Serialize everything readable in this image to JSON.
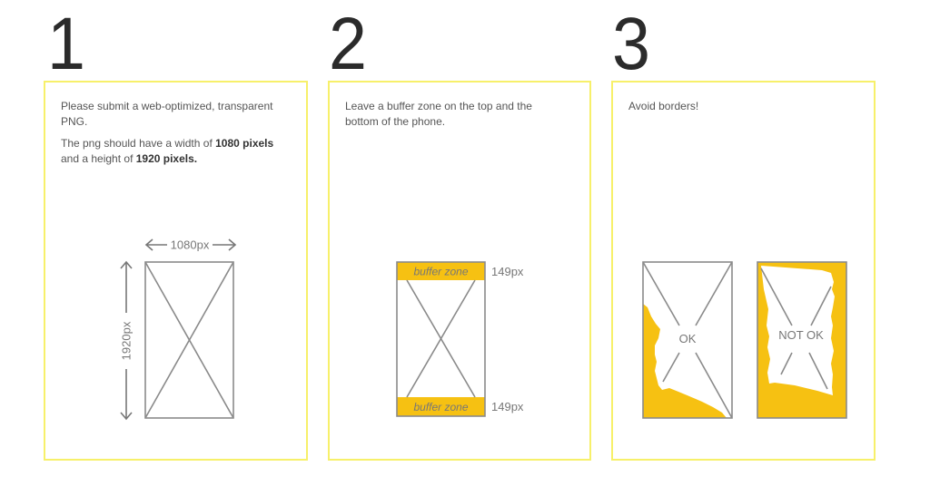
{
  "steps": [
    {
      "number": "1",
      "text_1": "Please submit a web-optimized, transparent PNG.",
      "text_2_prefix": "The png should have a width of ",
      "text_2_bold_1": "1080 pixels",
      "text_2_middle": " and a height of ",
      "text_2_bold_2": "1920 pixels.",
      "diagram": {
        "width_label": "1080px",
        "height_label": "1920px"
      }
    },
    {
      "number": "2",
      "text_1": "Leave a buffer zone on the top and the bottom of the phone.",
      "diagram": {
        "top_zone_label": "buffer zone",
        "bottom_zone_label": "buffer zone",
        "top_size_label": "149px",
        "bottom_size_label": "149px"
      }
    },
    {
      "number": "3",
      "text_1": "Avoid borders!",
      "diagram": {
        "good_example_label": "OK",
        "bad_example_label": "NOT OK"
      }
    }
  ],
  "colors": {
    "panel_border": "#f7f06a",
    "accent_yellow": "#f6c112",
    "frame_gray": "#8a8a8a",
    "text": "#555555",
    "numeral": "#2b2b2b"
  }
}
